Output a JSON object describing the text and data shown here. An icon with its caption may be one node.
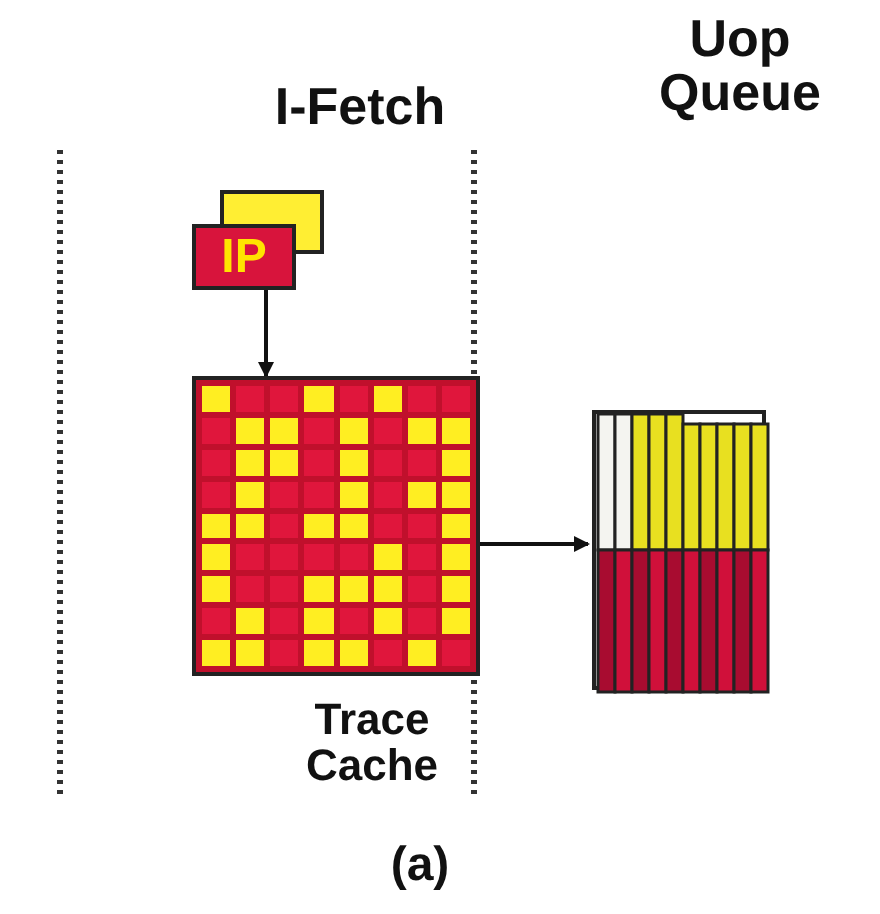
{
  "diagram": {
    "nodes": [
      {
        "text": [
          "IP"
        ]
      },
      {
        "text": [],
        "shape": "box",
        "beside": [
          "Trace Cache"
        ]
      },
      {
        "text": [],
        "shape": "box"
      }
    ],
    "edges": [
      {
        "from": 0,
        "to": 1,
        "arrow": "to"
      },
      {
        "from": 1,
        "to": 2,
        "arrow": "to"
      }
    ],
    "labels": [
      "I-Fetch",
      "Uop Queue",
      "(a)"
    ]
  }
}
